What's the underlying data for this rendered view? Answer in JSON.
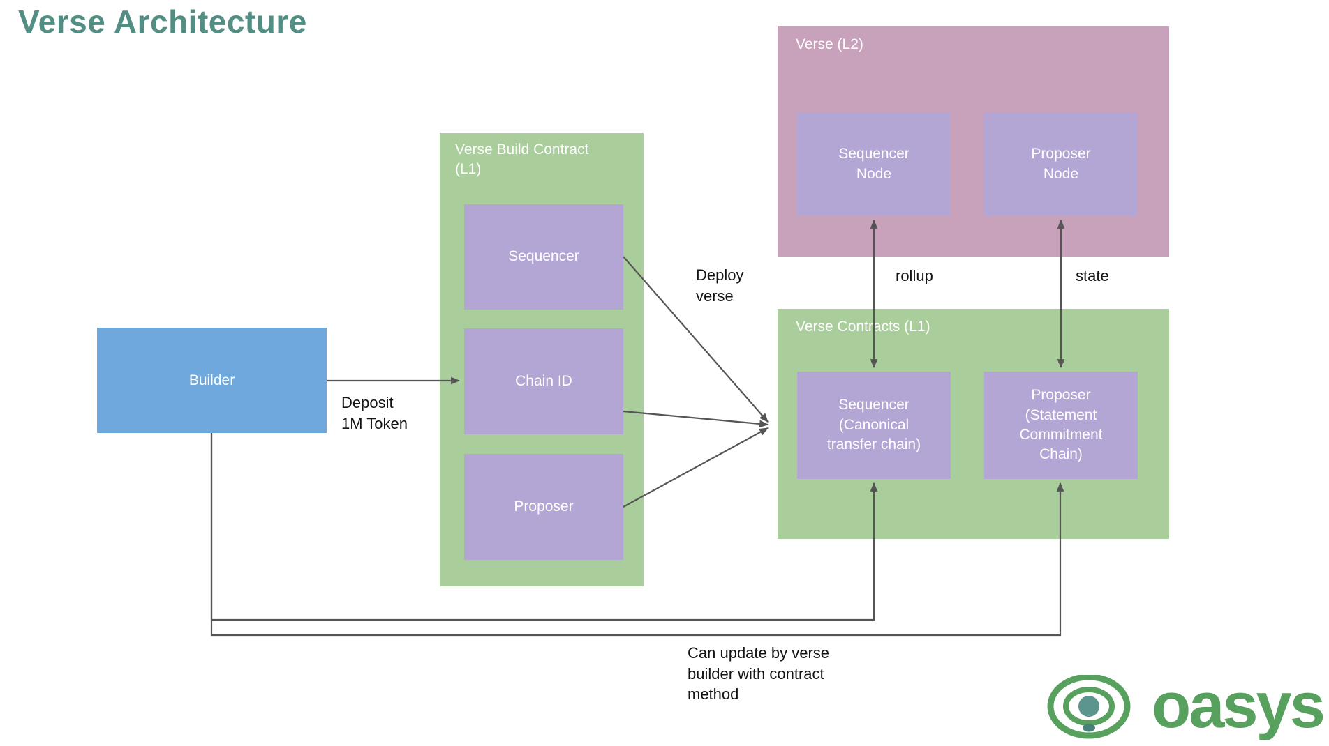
{
  "title": "Verse Architecture",
  "nodes": {
    "builder": "Builder",
    "build_contract": {
      "label": "Verse Build Contract\n(L1)",
      "sequencer": "Sequencer",
      "chain_id": "Chain ID",
      "proposer": "Proposer"
    },
    "verse_l2": {
      "label": "Verse (L2)",
      "sequencer_node": "Sequencer\nNode",
      "proposer_node": "Proposer\nNode"
    },
    "verse_contracts": {
      "label": "Verse Contracts (L1)",
      "sequencer_contract": "Sequencer\n(Canonical\ntransfer chain)",
      "proposer_contract": "Proposer\n(Statement\nCommitment\nChain)"
    }
  },
  "edge_labels": {
    "deposit": "Deposit\n1M Token",
    "deploy_verse": "Deploy\nverse",
    "rollup": "rollup",
    "state": "state",
    "can_update": "Can update by verse\nbuilder with contract\nmethod"
  },
  "logo": {
    "wordmark": "oasys"
  },
  "colors": {
    "title_text": "#528E83",
    "builder_fill": "#6FA8DC",
    "green_fill": "#A9CE9C",
    "purple_fill": "#B3A6D5",
    "pink_fill": "#C7A2BA",
    "box_text": "#FFFFFF",
    "label_text": "#141414",
    "arrow": "#555555",
    "logo_green": "#58A05E",
    "logo_teal": "#5C948E",
    "logo_teal_dark": "#4A807B"
  }
}
